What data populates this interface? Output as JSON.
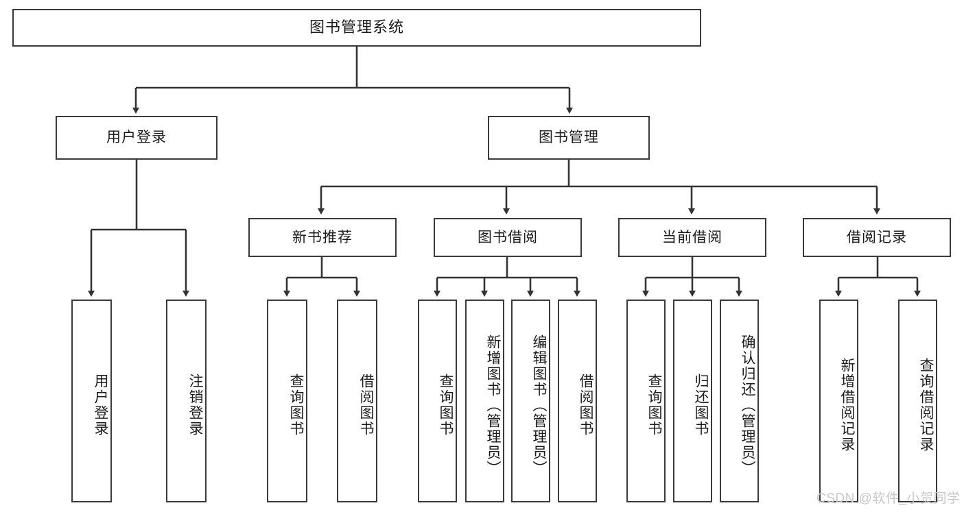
{
  "diagram": {
    "type": "tree-hierarchy",
    "title": "图书管理系统",
    "watermark": "CSDN @软件_小贺同学",
    "colors": {
      "box_border": "#3a3a3a",
      "box_fill": "#ffffff",
      "connector": "#333333",
      "text": "#1c1c1c",
      "watermark": "#c7c7c7"
    },
    "nodes": {
      "root": {
        "label": "图书管理系统"
      },
      "level2": [
        {
          "label": "用户登录"
        },
        {
          "label": "图书管理"
        }
      ],
      "level3": [
        {
          "label": "新书推荐"
        },
        {
          "label": "图书借阅"
        },
        {
          "label": "当前借阅"
        },
        {
          "label": "借阅记录"
        }
      ],
      "leaves": {
        "user_login": [
          {
            "label": "用户登录"
          },
          {
            "label": "注销登录"
          }
        ],
        "new_book_recommend": [
          {
            "label": "查询图书"
          },
          {
            "label": "借阅图书"
          }
        ],
        "book_borrow": [
          {
            "label": "查询图书"
          },
          {
            "label": "新增图书（管理员）"
          },
          {
            "label": "编辑图书（管理员）"
          },
          {
            "label": "借阅图书"
          }
        ],
        "current_borrow": [
          {
            "label": "查询图书"
          },
          {
            "label": "归还图书"
          },
          {
            "label": "确认归还（管理员）"
          }
        ],
        "borrow_record": [
          {
            "label": "新增借阅记录"
          },
          {
            "label": "查询借阅记录"
          }
        ]
      }
    }
  }
}
